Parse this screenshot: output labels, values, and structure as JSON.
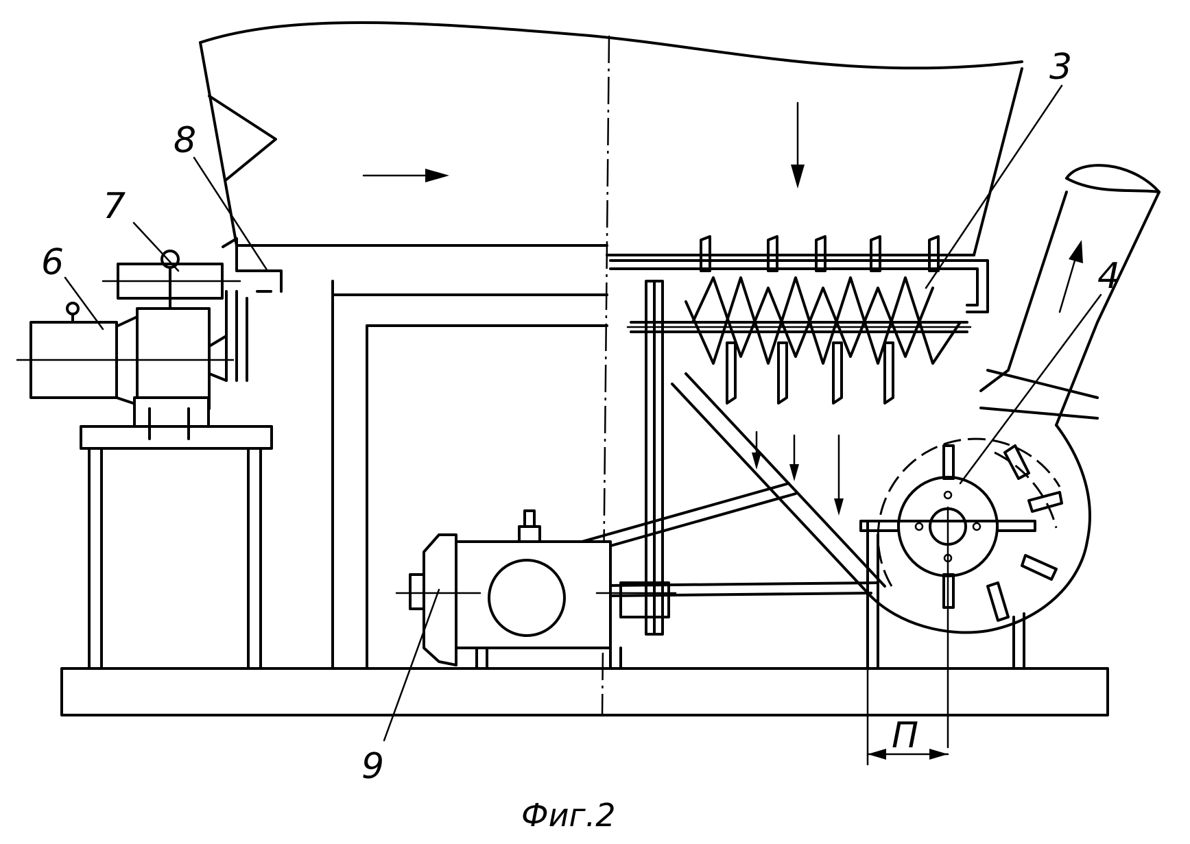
{
  "labels": {
    "l3": "3",
    "l4": "4",
    "l6": "6",
    "l7": "7",
    "l8": "8",
    "l9": "9",
    "dim": "П"
  },
  "caption": "Фиг.2"
}
